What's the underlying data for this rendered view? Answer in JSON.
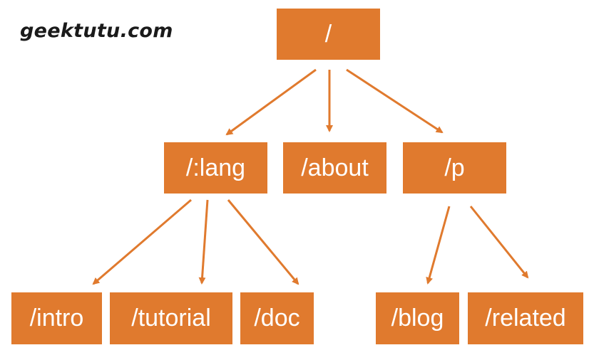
{
  "watermark": "geektutu.com",
  "colors": {
    "node_fill": "#E07A2E",
    "node_text": "#ffffff",
    "edge": "#E07A2E"
  },
  "nodes": {
    "root": "/",
    "lang": "/:lang",
    "about": "/about",
    "p": "/p",
    "intro": "/intro",
    "tutorial": "/tutorial",
    "doc": "/doc",
    "blog": "/blog",
    "related": "/related"
  },
  "edges": [
    {
      "from": "root",
      "to": "lang"
    },
    {
      "from": "root",
      "to": "about"
    },
    {
      "from": "root",
      "to": "p"
    },
    {
      "from": "lang",
      "to": "intro"
    },
    {
      "from": "lang",
      "to": "tutorial"
    },
    {
      "from": "lang",
      "to": "doc"
    },
    {
      "from": "p",
      "to": "blog"
    },
    {
      "from": "p",
      "to": "related"
    }
  ]
}
